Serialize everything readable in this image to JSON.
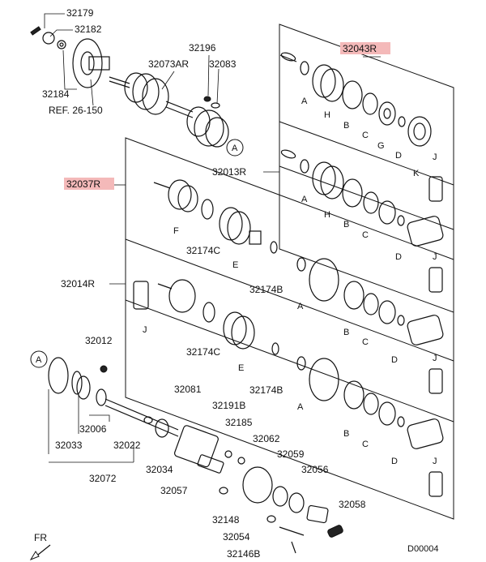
{
  "labels": {
    "p32179": "32179",
    "p32182": "32182",
    "p32184": "32184",
    "ref": "REF. 26-150",
    "p32073AR": "32073AR",
    "p32196": "32196",
    "p32083": "32083",
    "p32043R": "32043R",
    "p32037R": "32037R",
    "p32013R": "32013R",
    "p32174C_1": "32174C",
    "p32174B_1": "32174B",
    "p32014R": "32014R",
    "p32174C_2": "32174C",
    "p32174B_2": "32174B",
    "p32012": "32012",
    "p32006": "32006",
    "p32033": "32033",
    "p32022": "32022",
    "p32072": "32072",
    "p32081": "32081",
    "p32191B": "32191B",
    "p32185": "32185",
    "p32062": "32062",
    "p32059": "32059",
    "p32056": "32056",
    "p32034": "32034",
    "p32057": "32057",
    "p32058": "32058",
    "p32148": "32148",
    "p32054": "32054",
    "p32146B": "32146B",
    "fr": "FR",
    "code": "D00004"
  },
  "letters": {
    "A": "A",
    "B": "B",
    "C": "C",
    "D": "D",
    "E": "E",
    "F": "F",
    "G": "G",
    "H": "H",
    "J": "J",
    "K": "K"
  },
  "callout": "A"
}
